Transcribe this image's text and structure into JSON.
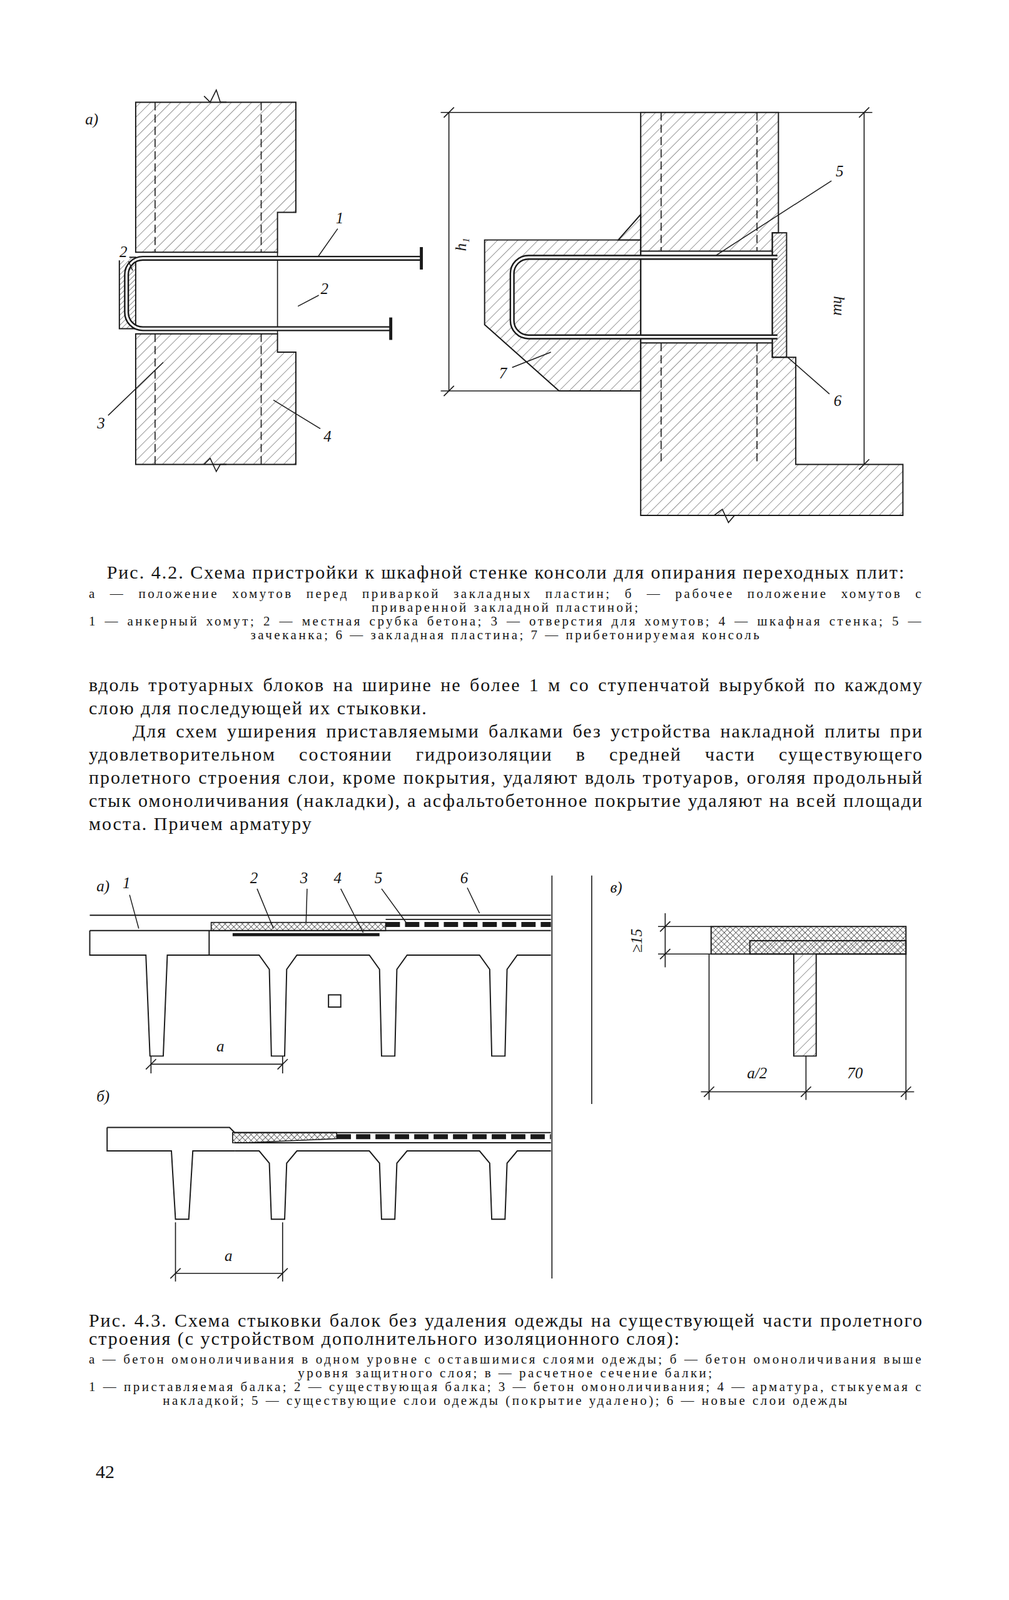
{
  "diagram": {
    "labels": [
      "а)",
      "1",
      "2",
      "2",
      "3",
      "4",
      "h₁",
      "5",
      "hш",
      "7",
      "6",
      "Рис. 4.2. Схема пристройки к шкафной стенке консоли для опирания переходных плит:",
      "а — положение хомутов перед приваркой закладных пластин; б — рабочее положение хомутов с приваренной закладной пластиной;",
      "1 — анкерный хомут; 2 — местная срубка бетона; 3 — отверстия для хомутов; 4 — шкафная стенка; 5 — зачеканка; 6 — закладная пластина; 7 — прибетонируемая консоль",
      "вдоль тротуарных блоков на ширине не более 1 м со ступенчатой вырубкой по каждому слою для последующей их стыковки.",
      "Для схем уширения приставляемыми балками без устройства накладной плиты при удовлетворительном состоянии гидроизоляции в средней части существующего пролетного строения слои, кроме покрытия, удаляют вдоль тротуаров, оголяя продольный стык омоноличивания (накладки), а асфальтобетонное покрытие удаляют на всей площади моста. Причем арматуру",
      "а)",
      "1",
      "2",
      "3",
      "4",
      "5",
      "6",
      "а",
      "в)",
      "≥15",
      "а/2",
      "70",
      "б)",
      "а",
      "Рис. 4.3. Схема стыковки балок без удаления одежды на существующей части пролетного строения (с устройством дополнительного изоляционного слоя):",
      "а — бетон омоноличивания в одном уровне с оставшимися слоями одежды; б — бетон омоноличивания выше уровня защитного слоя; в — расчетное сечение балки;",
      "1 — приставляемая балка; 2 — существующая балка; 3 — бетон омоноличивания; 4 — арматура, стыкуемая с накладкой; 5 — существующие слои одежды (покрытие удалено); 6 — новые слои одежды",
      "42"
    ]
  }
}
